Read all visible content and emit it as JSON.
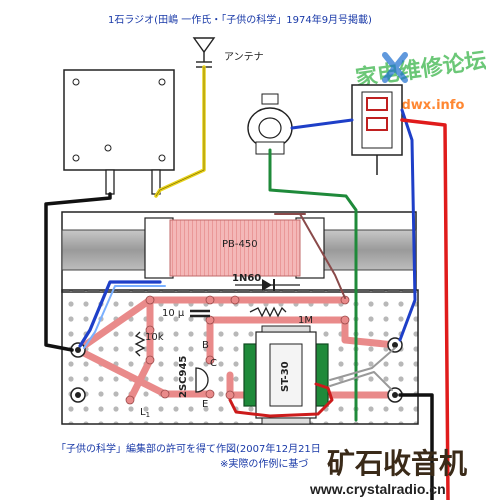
{
  "header": {
    "title": "1石ラジオ(田嶋 一作氏・「子供の科学」1974年9月号掲載)"
  },
  "labels": {
    "antenna": "アンテナ",
    "coil": "PB-450",
    "diode": "1N60",
    "capacitor": "10 μ",
    "resistor_1m": "1M",
    "resistor_10k": "10k",
    "transistor": "2SC945",
    "transformer": "ST-30",
    "pin_b": "B",
    "pin_c": "C",
    "pin_e": "E",
    "coil_l1": "L",
    "coil_l1_sub": "1"
  },
  "footer": {
    "credit": "「子供の科学」編集部の許可を得て作図(2007年12月21日",
    "note": "※実際の作例に基づ"
  },
  "watermarks": {
    "top_cn": "家电维修论坛",
    "top_url": "jdwx.info",
    "bottom_cn": "矿石收音机",
    "bottom_url": "www.crystalradio.cn"
  },
  "colors": {
    "accent_blue": "#1a3aa8",
    "wire_pink": "#e98a8a",
    "wire_green": "#1f8a3a",
    "wire_yellow": "#e8d21a",
    "wire_blue": "#1e3fc8",
    "wire_red": "#e01b1b",
    "watermark_green": "#3ab54a",
    "watermark_orange": "#ff6a00"
  }
}
